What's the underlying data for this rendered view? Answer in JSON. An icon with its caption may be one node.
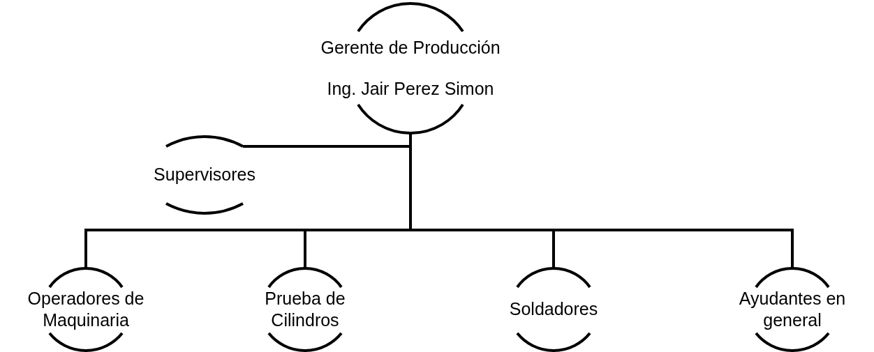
{
  "diagram": {
    "nodes": [
      {
        "text": [
          "Gerente de Producción",
          "Ing. Jair Perez Simon"
        ]
      },
      {
        "text": [
          "Supervisores"
        ]
      },
      {
        "text": [
          "Operadores de Maquinaria"
        ]
      },
      {
        "text": [
          "Prueba de Cilindros"
        ]
      },
      {
        "text": [
          "Soldadores"
        ]
      },
      {
        "text": [
          "Ayudantes en general"
        ]
      }
    ],
    "edges": [
      {
        "from": 0,
        "to": 1,
        "arrow": "none"
      },
      {
        "from": 0,
        "to": 2,
        "arrow": "none"
      },
      {
        "from": 0,
        "to": 3,
        "arrow": "none"
      },
      {
        "from": 0,
        "to": 4,
        "arrow": "none"
      },
      {
        "from": 0,
        "to": 5,
        "arrow": "none"
      }
    ]
  }
}
